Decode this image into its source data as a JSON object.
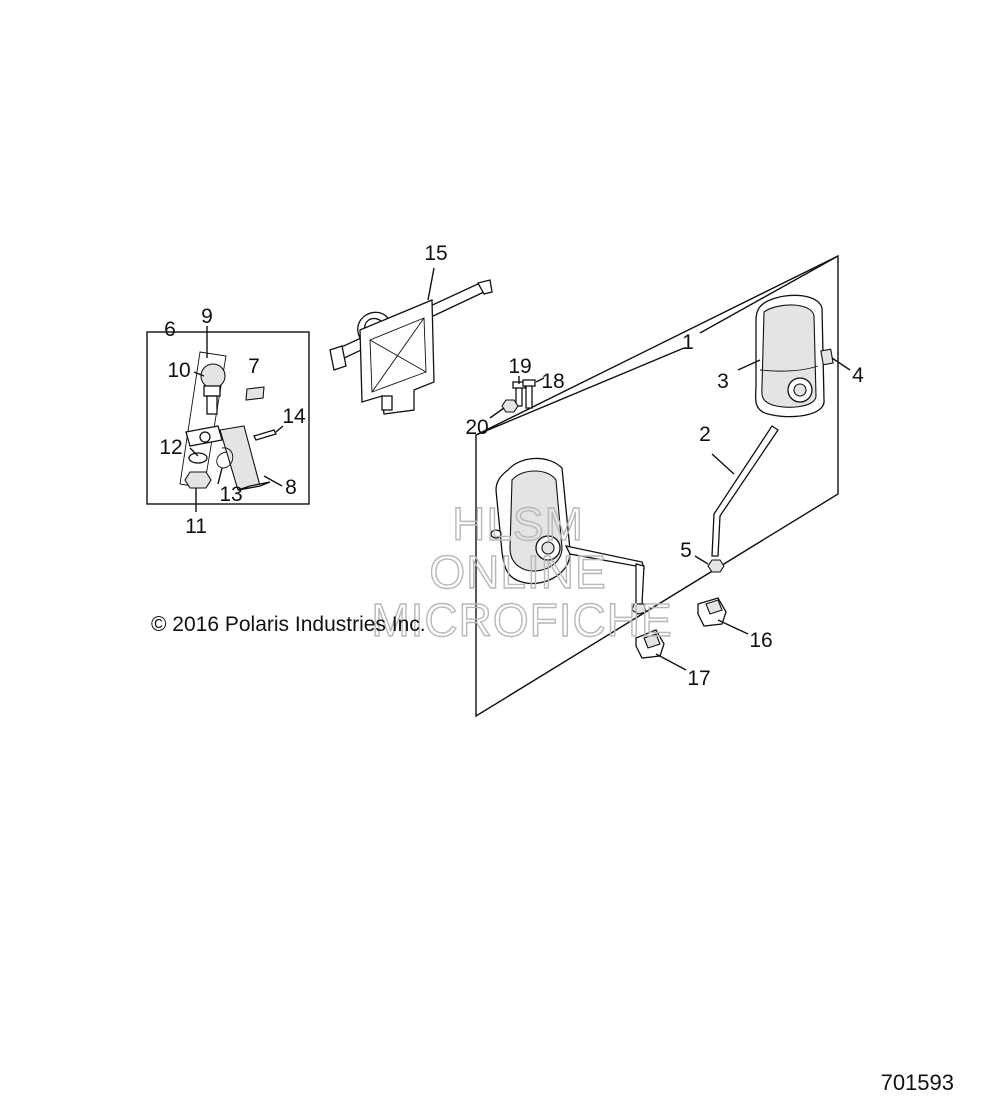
{
  "callouts": {
    "c1": "1",
    "c2": "2",
    "c3": "3",
    "c4": "4",
    "c5": "5",
    "c6": "6",
    "c7": "7",
    "c8": "8",
    "c9": "9",
    "c10": "10",
    "c11": "11",
    "c12": "12",
    "c13": "13",
    "c14": "14",
    "c15": "15",
    "c16": "16",
    "c17": "17",
    "c18": "18",
    "c19": "19",
    "c20": "20"
  },
  "copyright": "© 2016 Polaris Industries Inc.",
  "watermark": {
    "line1": "HLSM",
    "line2": "ONLINE",
    "line3": "MICROFICHE"
  },
  "drawing_number": "701593",
  "colors": {
    "line": "#111111",
    "shade": "#e4e4e4",
    "watermark": "#b8b8b8"
  }
}
